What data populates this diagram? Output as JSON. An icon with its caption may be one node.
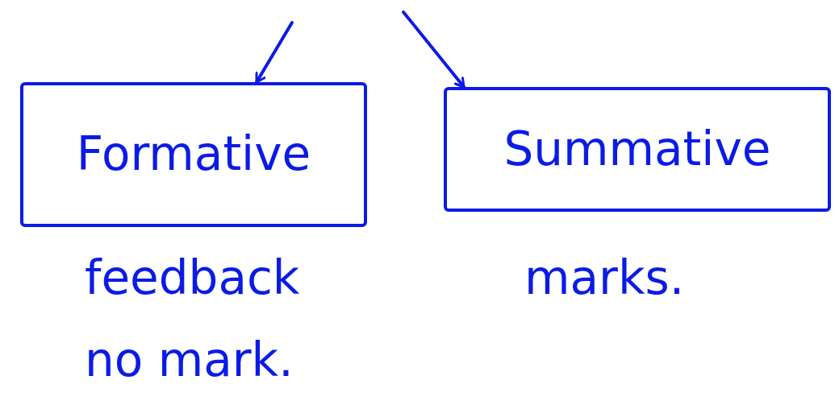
{
  "diagram": {
    "nodes": [
      {
        "text": [
          "Formative"
        ],
        "beside": [
          "feedback no mark."
        ]
      },
      {
        "text": [
          "Summative"
        ],
        "beside": [
          "marks."
        ]
      }
    ],
    "edges": [
      {
        "from": null,
        "to": 0,
        "arrow": "to"
      },
      {
        "from": null,
        "to": 1,
        "arrow": "to"
      }
    ]
  }
}
